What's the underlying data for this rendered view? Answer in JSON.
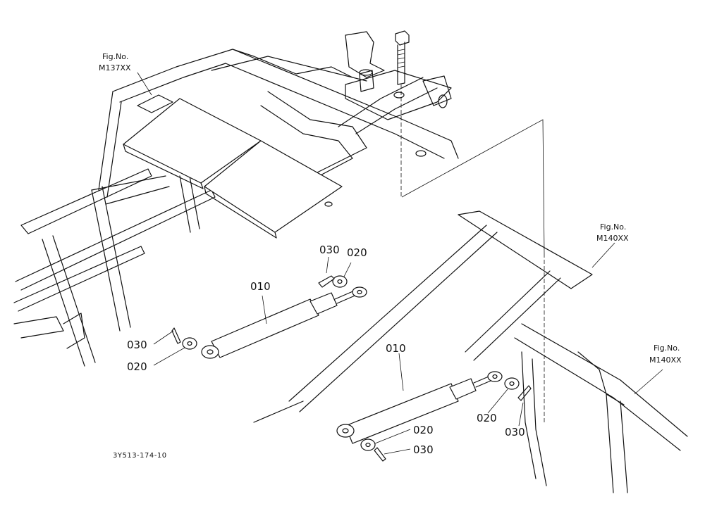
{
  "figure_refs": {
    "ref_top_left": {
      "title": "Fig.No.",
      "code": "M137XX"
    },
    "ref_mid_right": {
      "title": "Fig.No.",
      "code": "M140XX"
    },
    "ref_lower_right": {
      "title": "Fig.No.",
      "code": "M140XX"
    }
  },
  "callouts": {
    "c1": "030",
    "c2": "020",
    "c3": "010",
    "c4": "030",
    "c5": "020",
    "c6": "010",
    "c7": "020",
    "c8": "030",
    "c9": "020",
    "c10": "030"
  },
  "drawing_code": "3Y513-174-10"
}
